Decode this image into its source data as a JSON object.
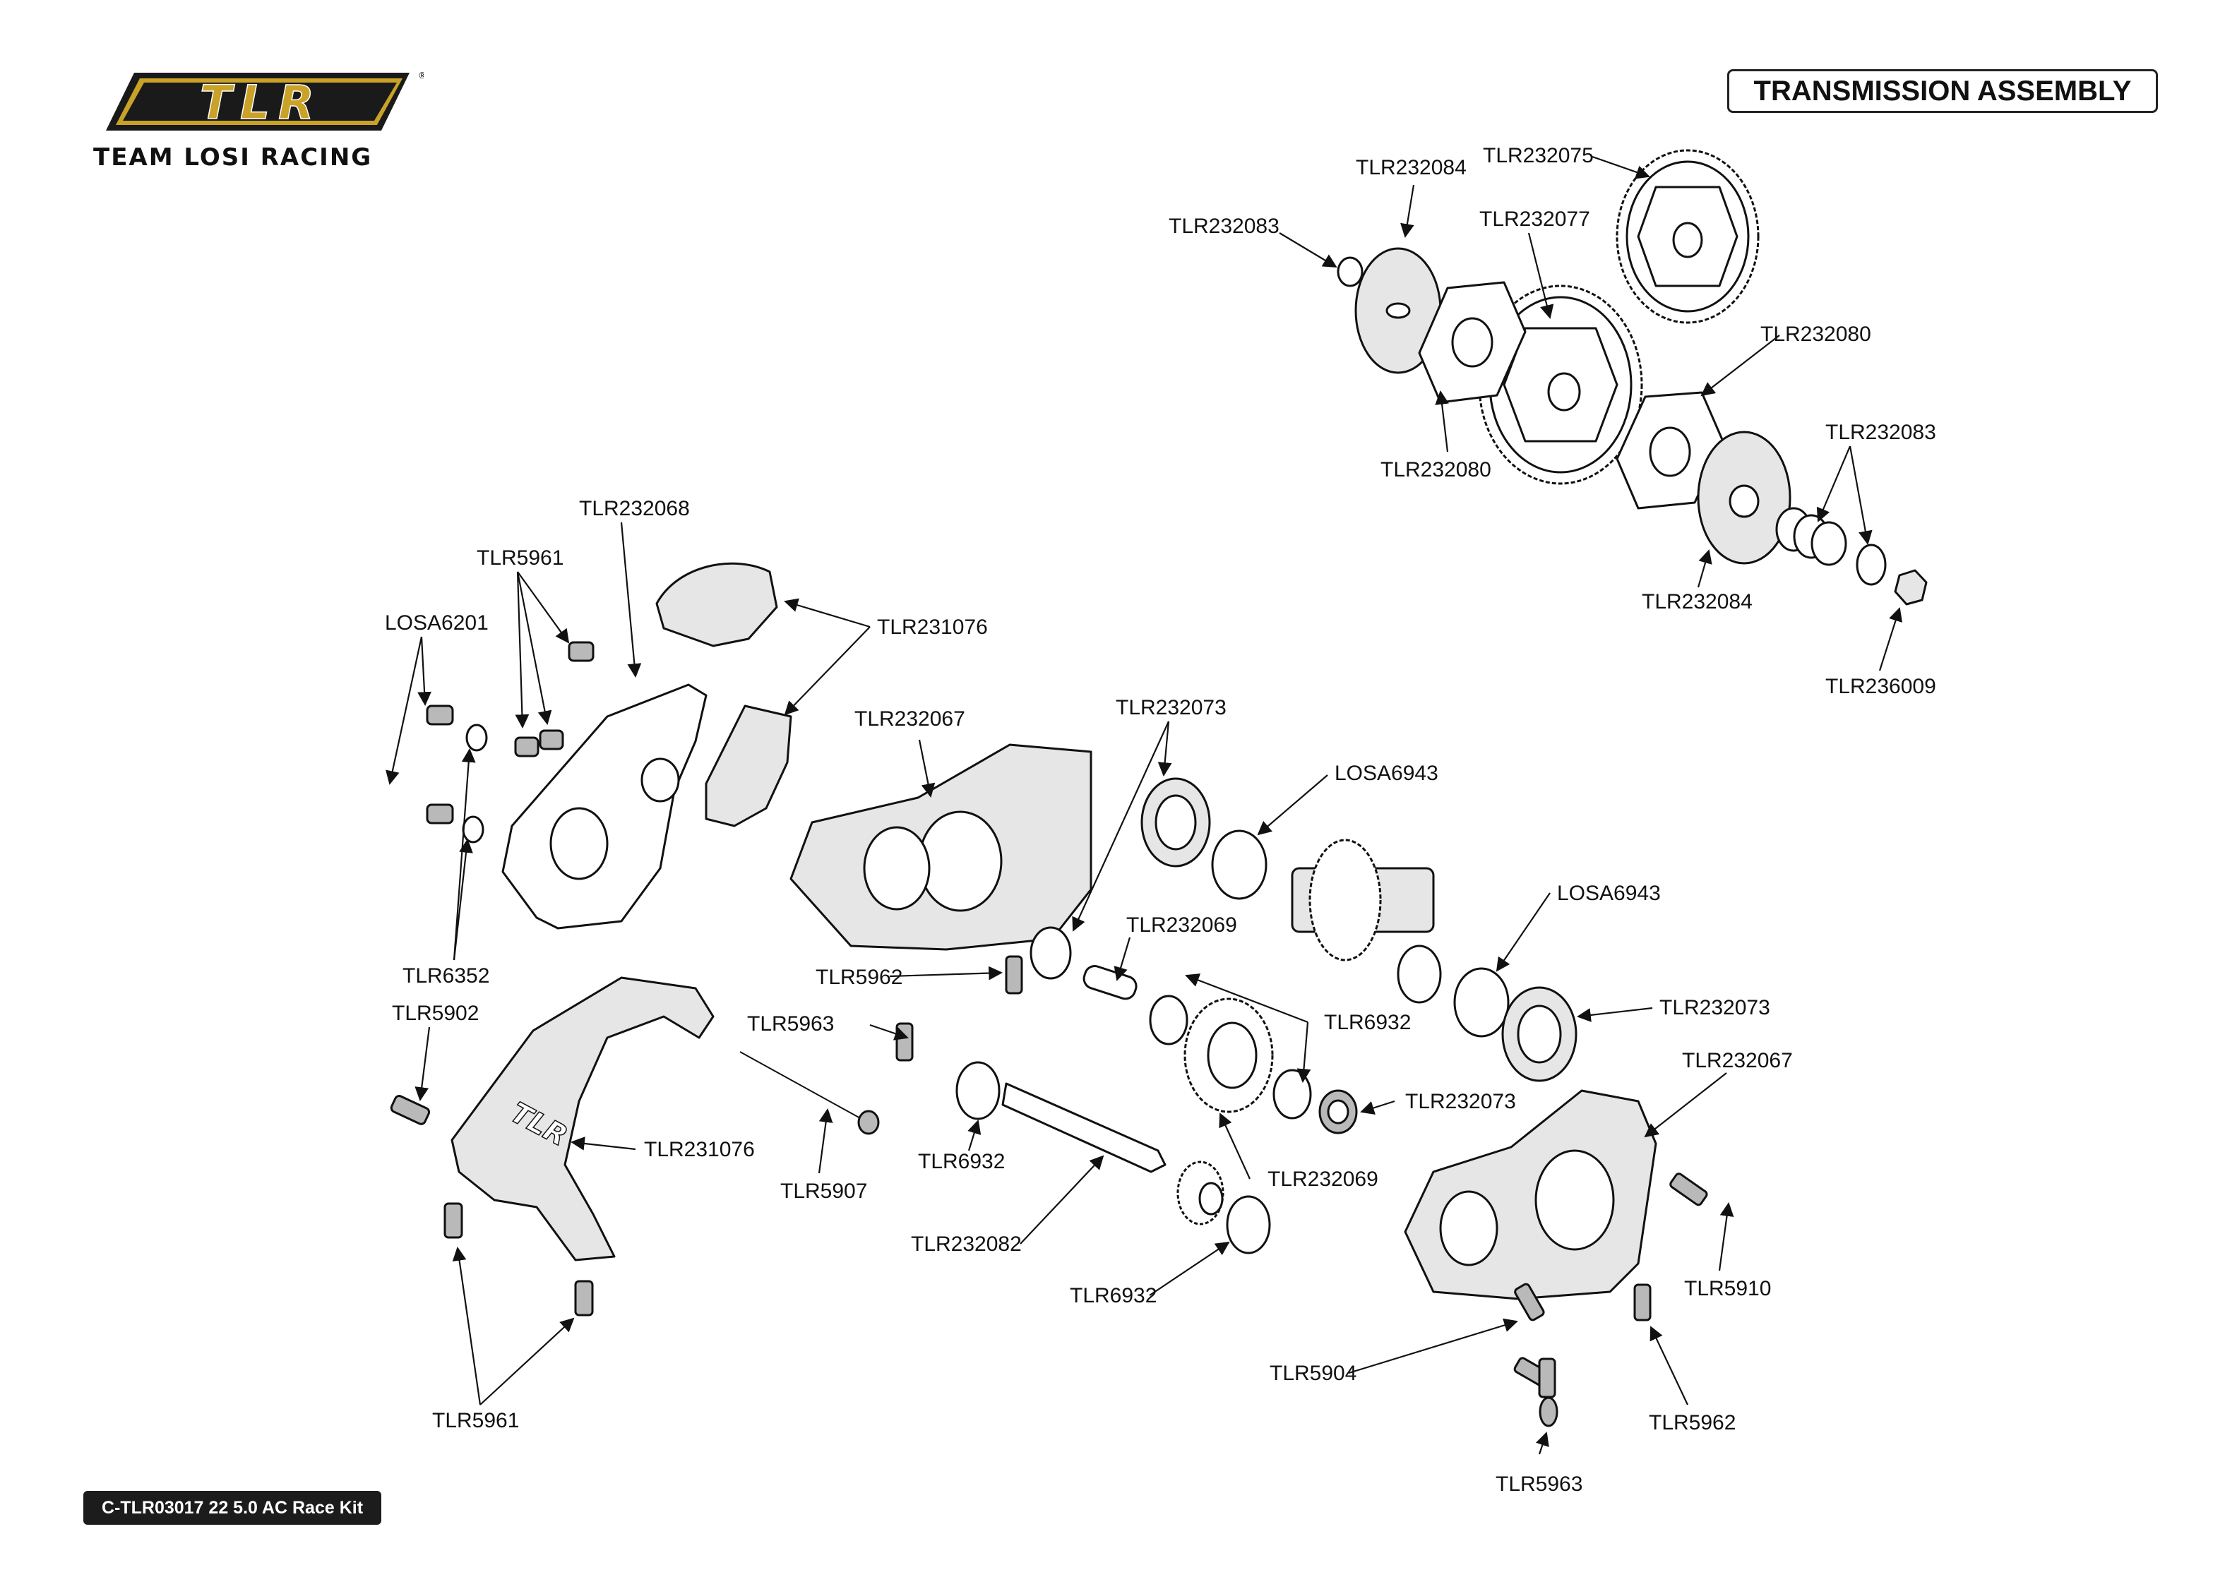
{
  "header": {
    "title": "TRANSMISSION ASSEMBLY",
    "brand_mark": "TLR",
    "brand_tagline": "TEAM LOSI RACING"
  },
  "footer": {
    "kit_code": "C-TLR03017 22 5.0 AC Race Kit"
  },
  "colors": {
    "logo_gold": "#c9a227",
    "logo_dark": "#1a1a1a",
    "badge": "#1c1c1c"
  },
  "callouts": [
    "TLR232084",
    "TLR232075",
    "TLR232083",
    "TLR232077",
    "TLR232080",
    "TLR232080",
    "TLR232083",
    "TLR232084",
    "TLR236009",
    "TLR232068",
    "TLR5961",
    "LOSA6201",
    "TLR231076",
    "TLR232067",
    "TLR232073",
    "LOSA6943",
    "TLR232069",
    "LOSA6943",
    "TLR6352",
    "TLR5962",
    "TLR5902",
    "TLR5963",
    "TLR6932",
    "TLR232073",
    "TLR232067",
    "TLR232073",
    "TLR231076",
    "TLR5907",
    "TLR6932",
    "TLR232069",
    "TLR232082",
    "TLR6932",
    "TLR5910",
    "TLR5904",
    "TLR5962",
    "TLR5961",
    "TLR5963"
  ]
}
